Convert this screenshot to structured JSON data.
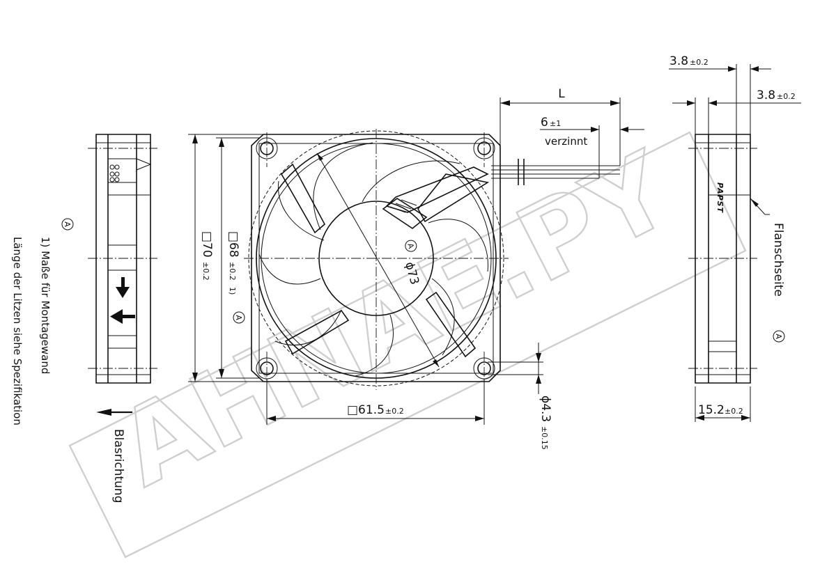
{
  "labels": {
    "dim_L": "L",
    "dim_tin": "6",
    "dim_tin_tol": "±1",
    "tinned": "verzinnt",
    "dim_top1": "3.8",
    "dim_top1_tol": "±0.2",
    "dim_top2": "3.8",
    "dim_top2_tol": "±0.2",
    "dim_outer": "□70",
    "dim_outer_tol": "±0.2",
    "dim_flange": "□68",
    "dim_flange_tol": "±0.2",
    "dim_flange_note": "1)",
    "dim_hole_pitch": "□61.5",
    "dim_hole_pitch_tol": "±0.2",
    "dim_hole": "ϕ4.3",
    "dim_hole_tol": "±0.15",
    "dim_depth": "15.2",
    "dim_depth_tol": "±0.2",
    "dim_diameter": "ϕ73",
    "ref_a": "A",
    "note_mount": "1) Maße für Montagewand",
    "note_leads": "Länge der Litzen siehe Spezifikation",
    "airflow": "Blasrichtung",
    "flange_side": "Flanschseite",
    "brand": "PAPST",
    "watermark": "AHNAE.PY"
  },
  "colors": {
    "line": "#111111",
    "watermark": "#cfcfcf",
    "background": "#ffffff"
  }
}
